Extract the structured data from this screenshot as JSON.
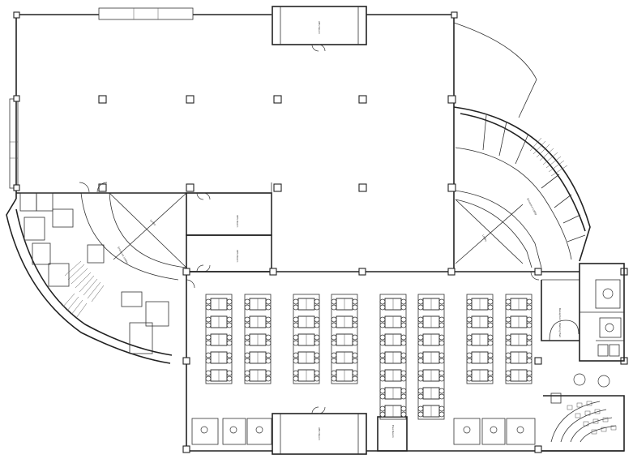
{
  "labels": {
    "ahu_room_top": "AHU Room",
    "ahu_room_bottom": "AHU Room",
    "ups_room_upper": "UPS Room",
    "ups_room_lower": "UPS Room",
    "lobby_right": "Lobby",
    "lobby_left": "Lobby",
    "entrance_lobby_right": "Entrance Lobby",
    "entrance_lobby_left": "Entrance Lobby",
    "electrical_room": "Elec Room",
    "reception": "Reception / Waiting Hall"
  },
  "workstation_clusters": {
    "count": 8,
    "rows_per_cluster": 5
  },
  "colors": {
    "line": "#222222",
    "background": "#ffffff"
  }
}
